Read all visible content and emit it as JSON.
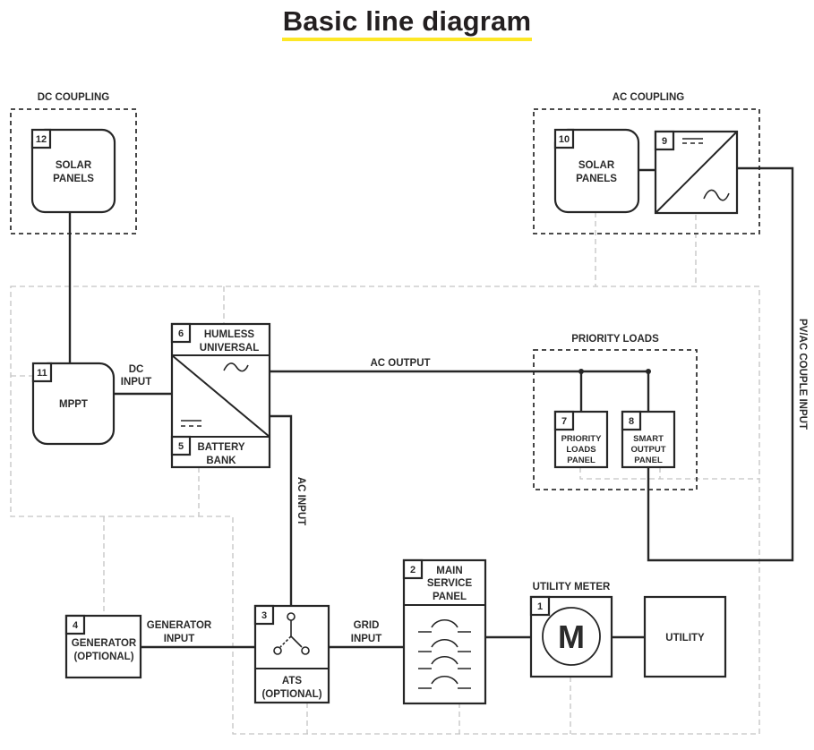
{
  "title": "Basic line diagram",
  "groups": {
    "dc_coupling": "DC COUPLING",
    "ac_coupling": "AC COUPLING",
    "priority_loads": "PRIORITY LOADS"
  },
  "components": {
    "c12": {
      "number": "12",
      "line1": "SOLAR",
      "line2": "PANELS"
    },
    "c10": {
      "number": "10",
      "line1": "SOLAR",
      "line2": "PANELS"
    },
    "c9": {
      "number": "9"
    },
    "c11": {
      "number": "11",
      "line1": "MPPT"
    },
    "c6": {
      "number": "6",
      "line1": "HUMLESS",
      "line2": "UNIVERSAL"
    },
    "c5": {
      "number": "5",
      "line1": "BATTERY",
      "line2": "BANK"
    },
    "c7": {
      "number": "7",
      "line1": "PRIORITY",
      "line2": "LOADS",
      "line3": "PANEL"
    },
    "c8": {
      "number": "8",
      "line1": "SMART",
      "line2": "OUTPUT",
      "line3": "PANEL"
    },
    "c4": {
      "number": "4",
      "line1": "GENERATOR",
      "line2": "(OPTIONAL)"
    },
    "c3": {
      "number": "3",
      "line1": "ATS",
      "line2": "(OPTIONAL)"
    },
    "c2": {
      "number": "2",
      "line1": "MAIN",
      "line2": "SERVICE",
      "line3": "PANEL"
    },
    "c1": {
      "number": "1",
      "header": "UTILITY METER",
      "symbol": "M"
    },
    "utility": {
      "line1": "UTILITY"
    }
  },
  "connections": {
    "dc_input": {
      "line1": "DC",
      "line2": "INPUT"
    },
    "ac_output": "AC OUTPUT",
    "ac_input": "AC INPUT",
    "pv_ac_couple_input": "PV/AC COUPLE INPUT",
    "generator_input": {
      "line1": "GENERATOR",
      "line2": "INPUT"
    },
    "grid_input": {
      "line1": "GRID",
      "line2": "INPUT"
    }
  },
  "symbols": {
    "ac": "~",
    "dc_solid": "=",
    "dc_dashed": "---"
  },
  "colors": {
    "title_underline": "#fde725",
    "stroke": "#262626",
    "ground_dash": "#c4c4c4"
  }
}
